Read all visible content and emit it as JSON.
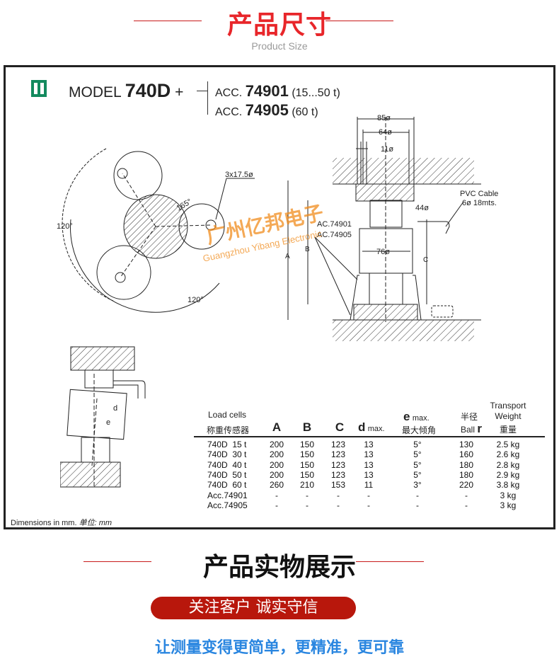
{
  "header": {
    "title": "产品尺寸",
    "subtitle": "Product Size"
  },
  "spec": {
    "model_prefix": "MODEL",
    "model_number": "740D",
    "plus": "+",
    "acc1_prefix": "ACC.",
    "acc1_number": "74901",
    "acc1_range": "(15...50 t)",
    "acc2_prefix": "ACC.",
    "acc2_number": "74905",
    "acc2_range": "(60 t)",
    "logo_color": "#138a5e"
  },
  "drawing": {
    "holes": "3x17.5ø",
    "angle_165": "165°",
    "angle_120a": "120°",
    "angle_120b": "120°",
    "dim_85": "85ø",
    "dim_64": "64ø",
    "dim_11": "11ø",
    "dim_44": "44ø",
    "dim_76": "76ø",
    "cable_1": "PVC Cable",
    "cable_2": "6ø 18mts.",
    "acc_label1": "AC.74901",
    "acc_label2": "AC.74905",
    "A": "A",
    "B": "B",
    "C": "C",
    "d": "d",
    "e": "e"
  },
  "watermark": {
    "cn": "广州亿邦电子",
    "en": "Guangzhou Yibang Electronic"
  },
  "table": {
    "headers": {
      "load_cells": "Load cells",
      "load_cells_cn": "称重传感器",
      "A": "A",
      "B": "B",
      "C": "C",
      "d": "d",
      "d_suffix": "max.",
      "e": "e",
      "e_suffix": "max.",
      "e_cn": "最大倾角",
      "r_cn": "半径",
      "r_prefix": "Ball",
      "r": "r",
      "w1": "Transport",
      "w2": "Weight",
      "w_cn": "重量"
    },
    "rows": [
      [
        "740D  15 t",
        "200",
        "150",
        "123",
        "13",
        "5°",
        "130",
        "2.5 kg"
      ],
      [
        "740D  30 t",
        "200",
        "150",
        "123",
        "13",
        "5°",
        "160",
        "2.6 kg"
      ],
      [
        "740D  40 t",
        "200",
        "150",
        "123",
        "13",
        "5°",
        "180",
        "2.8 kg"
      ],
      [
        "740D  50 t",
        "200",
        "150",
        "123",
        "13",
        "5°",
        "180",
        "2.9 kg"
      ],
      [
        "740D  60 t",
        "260",
        "210",
        "153",
        "11",
        "3°",
        "220",
        "3.8 kg"
      ],
      [
        "Acc.74901",
        "-",
        "-",
        "-",
        "-",
        "-",
        "-",
        "3 kg"
      ],
      [
        "Acc.74905",
        "-",
        "-",
        "-",
        "-",
        "-",
        "-",
        "3 kg"
      ]
    ]
  },
  "footnote": {
    "en": "Dimensions in mm.",
    "cn": "单位: mm"
  },
  "section2": {
    "title": "产品实物展示",
    "pill": "关注客户 诚实守信",
    "slogan": "让测量变得更简单，更精准，更可靠"
  }
}
